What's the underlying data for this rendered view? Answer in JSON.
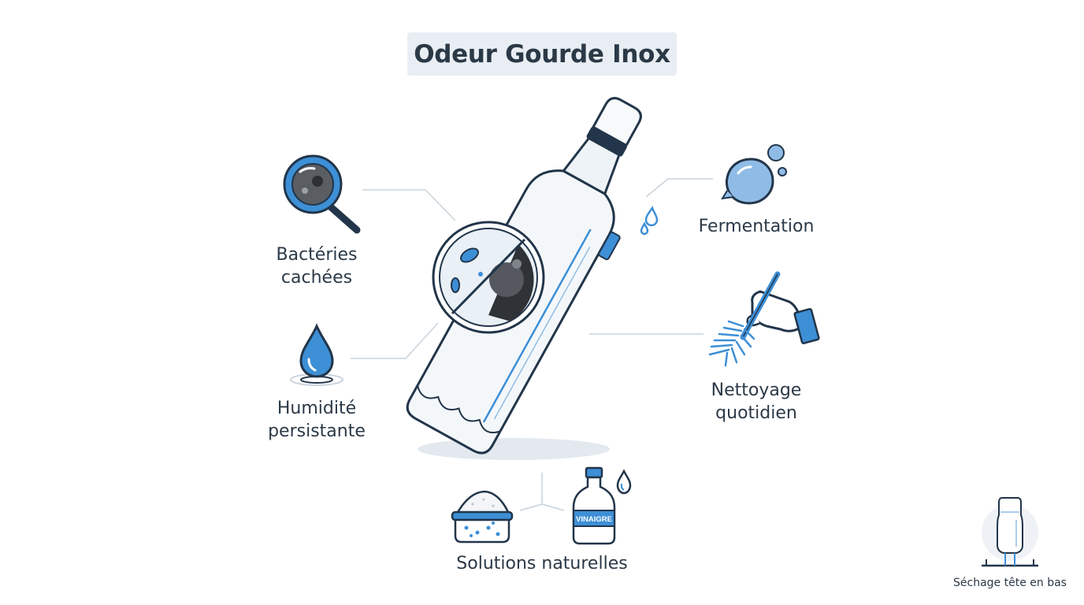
{
  "title": "Odeur Gourde Inox",
  "labels": {
    "bacteria": "Bactéries\ncachées",
    "humidity": "Humidité\npersistante",
    "fermentation": "Fermentation",
    "cleaning": "Nettoyage\nquotidien",
    "natural": "Solutions naturelles",
    "drying": "Séchage tête en bas"
  },
  "vinegar_label": "VINAIGRE",
  "colors": {
    "accent": "#3d8fd6",
    "outline": "#22354a",
    "title_bg": "#e8eef3",
    "text": "#2b3947"
  }
}
